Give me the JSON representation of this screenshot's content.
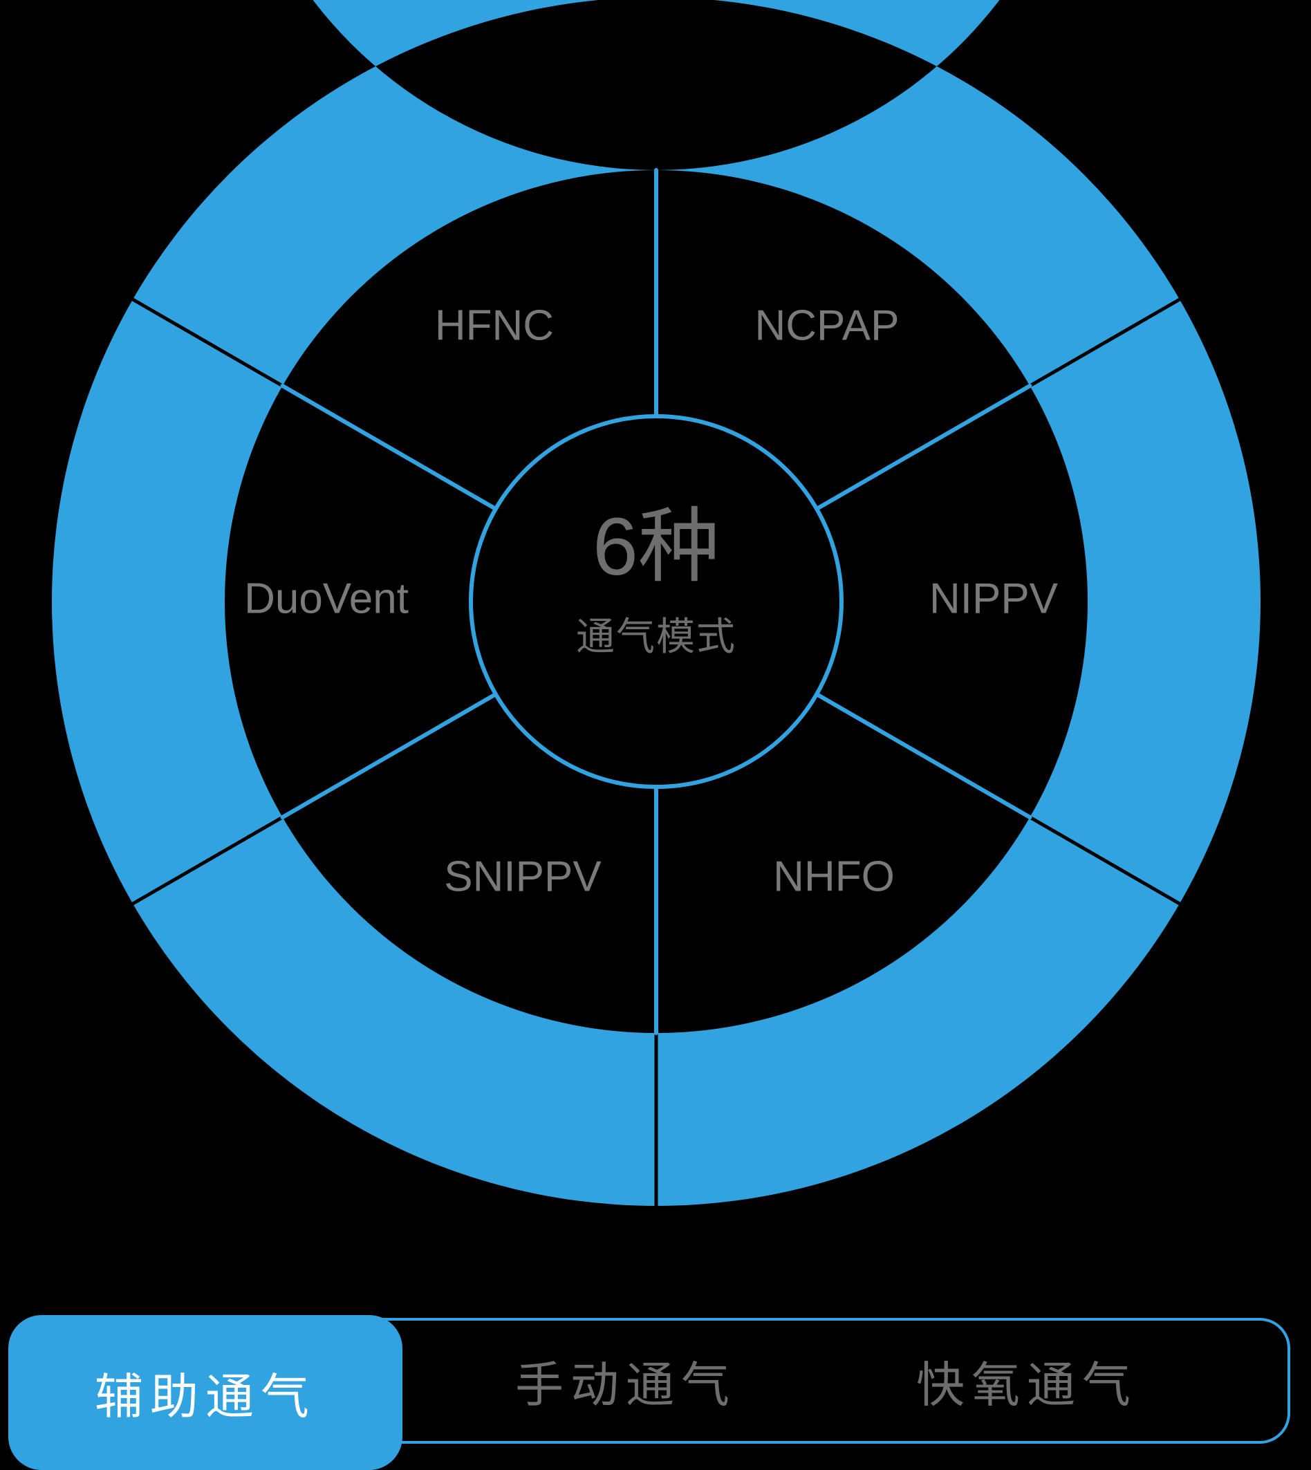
{
  "theme": {
    "background": "#000000",
    "accent": "#31a3e0",
    "label_gray": "#7a7a7a",
    "hub_gray": "#6e6e6e",
    "active_text": "#ffffff"
  },
  "diagram": {
    "type": "donut-wheel",
    "name": "ventilation-mode-wheel",
    "hub": {
      "count": "6种",
      "subtitle": "通气模式"
    },
    "segment_count": 6,
    "segments": [
      {
        "id": "ncpap",
        "label": "NCPAP",
        "order": 1
      },
      {
        "id": "nippv",
        "label": "NIPPV",
        "order": 2
      },
      {
        "id": "nhfo",
        "label": "NHFO",
        "order": 3
      },
      {
        "id": "snippv",
        "label": "SNIPPV",
        "order": 4
      },
      {
        "id": "duovent",
        "label": "DuoVent",
        "order": 5
      },
      {
        "id": "hfnc",
        "label": "HFNC",
        "order": 6
      }
    ]
  },
  "tabbar": {
    "name": "ventilation-mode-tabs",
    "active_index": 0,
    "tabs": [
      {
        "id": "assisted",
        "label": "辅助通气",
        "active": true
      },
      {
        "id": "manual",
        "label": "手动通气",
        "active": false
      },
      {
        "id": "fastoxy",
        "label": "快氧通气",
        "active": false
      }
    ]
  }
}
